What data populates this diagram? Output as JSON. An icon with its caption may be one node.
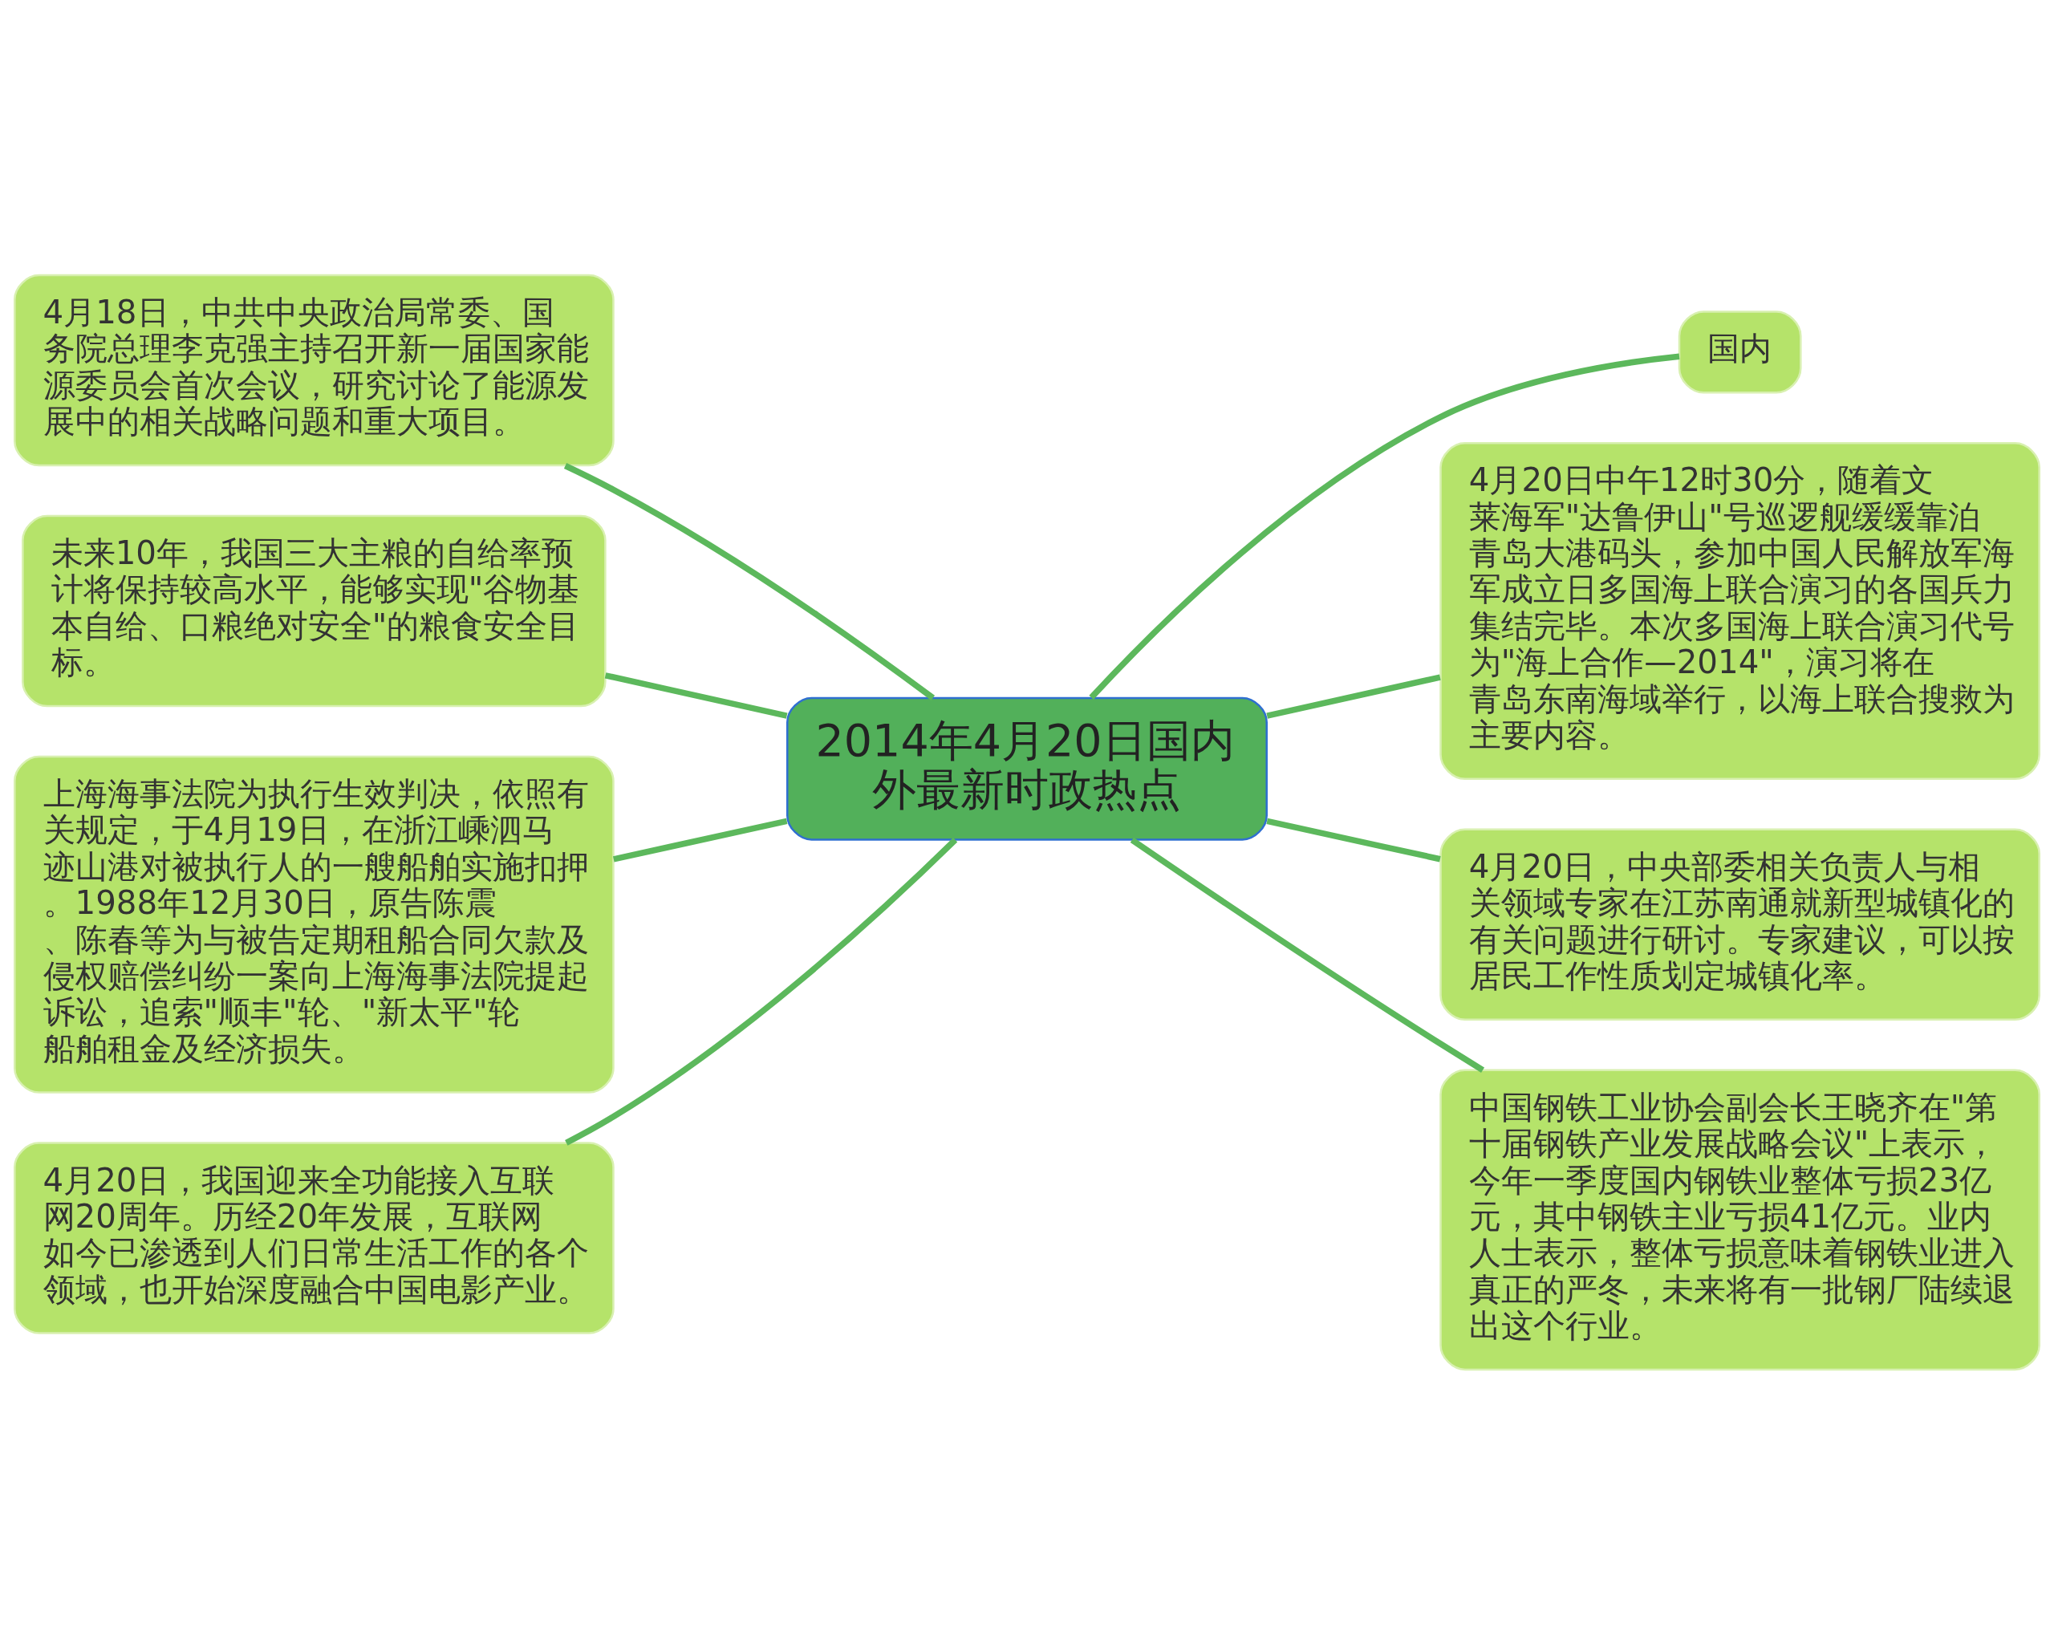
{
  "diagram": {
    "nodes": [
      {
        "text": [
          "2014年4月20日国内外最新时政热点"
        ]
      },
      {
        "text": [
          "4月18日，中共中央政治局常委、国务院总理李克强主持召开新一届国家能源委员会首次会议，研究讨论了能源发展中的相关战略问题和重大项目。"
        ]
      },
      {
        "text": [
          "未来10年，我国三大主粮的自给率预计将保持较高水平，能够实现\"谷物基本自给、口粮绝对安全\"的粮食安全目标。"
        ]
      },
      {
        "text": [
          "上海海事法院为执行生效判决，依照有关规定，于4月19日，在浙江嵊泗马迹山港对被执行人的一艘船舶实施扣押。1988年12月30日，原告陈震、陈春等为与被告定期租船合同欠款及侵权赔偿纠纷一案向上海海事法院提起诉讼，追索\"顺丰\"轮、\"新太平\"轮船舶租金及经济损失。"
        ]
      },
      {
        "text": [
          "4月20日，我国迎来全功能接入互联网20周年。历经20年发展，互联网如今已渗透到人们日常生活工作的各个领域，也开始深度融合中国电影产业。"
        ]
      },
      {
        "text": [
          "国内"
        ]
      },
      {
        "text": [
          "4月20日中午12时30分，随着文莱海军\"达鲁伊山\"号巡逻舰缓缓靠泊青岛大港码头，参加中国人民解放军海军成立日多国海上联合演习的各国兵力集结完毕。本次多国海上联合演习代号为\"海上合作—2014\"，演习将在青岛东南海域举行，以海上联合搜救为主要内容。"
        ]
      },
      {
        "text": [
          "4月20日，中央部委相关负责人与相关领域专家在江苏南通就新型城镇化的有关问题进行研讨。专家建议，可以按居民工作性质划定城镇化率。"
        ]
      },
      {
        "text": [
          "中国钢铁工业协会副会长王晓齐在\"第十届钢铁产业发展战略会议\"上表示，今年一季度国内钢铁业整体亏损23亿元，其中钢铁主业亏损41亿元。业内人士表示，整体亏损意味着钢铁业进入真正的严冬，未来将有一批钢厂陆续退出这个行业。"
        ]
      }
    ],
    "edges": [
      {
        "from": 0,
        "to": 1,
        "arrow": "none"
      },
      {
        "from": 0,
        "to": 2,
        "arrow": "none"
      },
      {
        "from": 0,
        "to": 3,
        "arrow": "none"
      },
      {
        "from": 0,
        "to": 4,
        "arrow": "none"
      },
      {
        "from": 0,
        "to": 5,
        "arrow": "none"
      },
      {
        "from": 0,
        "to": 6,
        "arrow": "none"
      },
      {
        "from": 0,
        "to": 7,
        "arrow": "none"
      },
      {
        "from": 0,
        "to": 8,
        "arrow": "none"
      }
    ]
  }
}
